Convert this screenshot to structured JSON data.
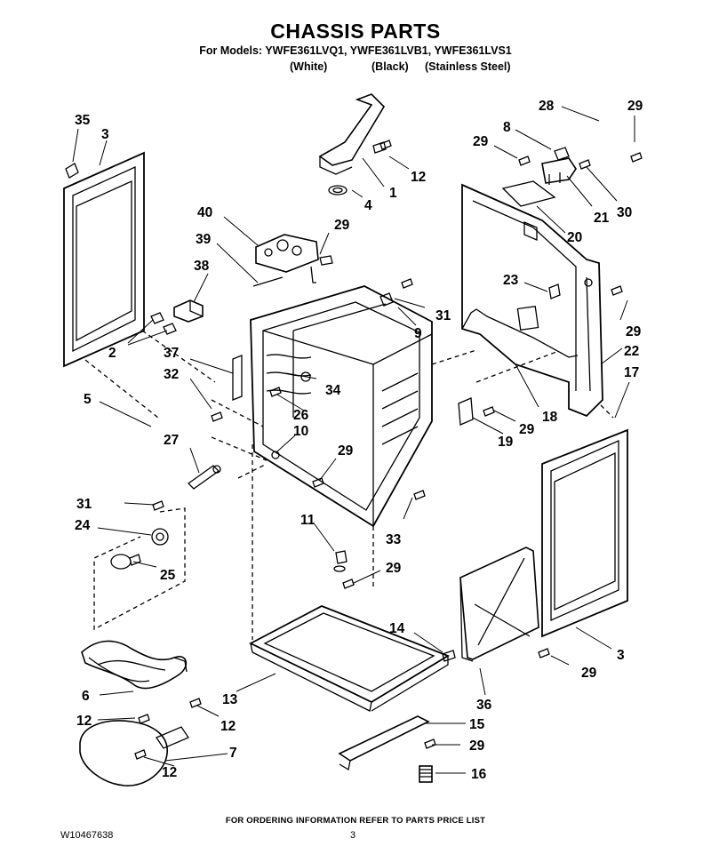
{
  "header": {
    "title": "CHASSIS PARTS",
    "models_line": "For Models: YWFE361LVQ1, YWFE361LVB1, YWFE361LVS1",
    "variants": [
      "(White)",
      "(Black)",
      "(Stainless Steel)"
    ]
  },
  "callouts": {
    "c35": "35",
    "c3a": "3",
    "c12a": "12",
    "c1": "1",
    "c4": "4",
    "c28": "28",
    "c29a": "29",
    "c8": "8",
    "c29b": "29",
    "c30": "30",
    "c21": "21",
    "c20": "20",
    "c40": "40",
    "c29c": "29",
    "c39": "39",
    "c38": "38",
    "c2": "2",
    "c23": "23",
    "c31a": "31",
    "c9": "9",
    "c29d": "29",
    "c22": "22",
    "c17": "17",
    "c37": "37",
    "c32": "32",
    "c34": "34",
    "c26": "26",
    "c5": "5",
    "c10": "10",
    "c18": "18",
    "c29e": "29",
    "c19": "19",
    "c27": "27",
    "c29f": "29",
    "c31b": "31",
    "c24": "24",
    "c33": "33",
    "c11": "11",
    "c25": "25",
    "c29g": "29",
    "c14": "14",
    "c3b": "3",
    "c29h": "29",
    "c36": "36",
    "c13": "13",
    "c6": "6",
    "c12b": "12",
    "c12c": "12",
    "c15": "15",
    "c29i": "29",
    "c7": "7",
    "c12d": "12",
    "c16": "16"
  },
  "footer": {
    "ordering_note": "FOR ORDERING INFORMATION REFER TO PARTS PRICE LIST",
    "document_id": "W10467638",
    "page_number": "3"
  }
}
